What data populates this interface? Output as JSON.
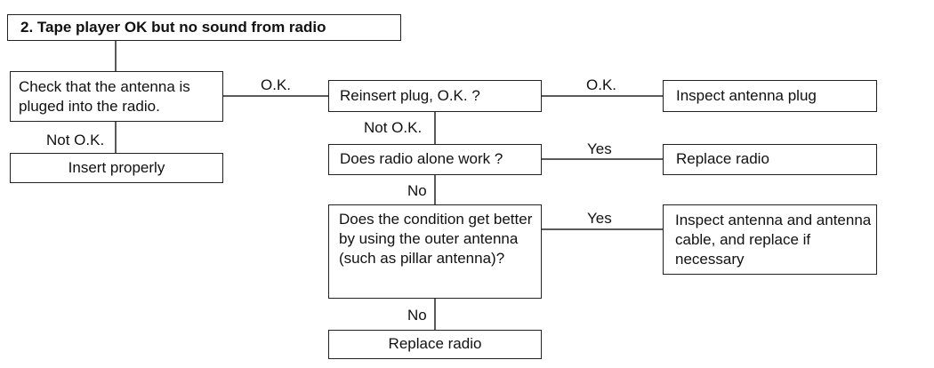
{
  "title": "2. Tape player OK but no sound from radio",
  "nodes": {
    "check_antenna": "Check that the antenna is pluged into the radio.",
    "insert_properly": "Insert properly",
    "reinsert_plug": "Reinsert plug, O.K. ?",
    "inspect_plug": "Inspect antenna plug",
    "radio_alone": "Does radio alone work ?",
    "replace_radio_1": "Replace radio",
    "condition_better": "Does the condition get better by using the outer antenna (such as pillar antenna)?",
    "inspect_cable": "Inspect antenna and antenna cable, and replace if necessary",
    "replace_radio_2": "Replace radio"
  },
  "edges": {
    "check_ok": "O.K.",
    "check_not_ok": "Not O.K.",
    "reinsert_ok": "O.K.",
    "reinsert_not_ok": "Not O.K.",
    "alone_yes": "Yes",
    "alone_no": "No",
    "condition_yes": "Yes",
    "condition_no": "No"
  }
}
